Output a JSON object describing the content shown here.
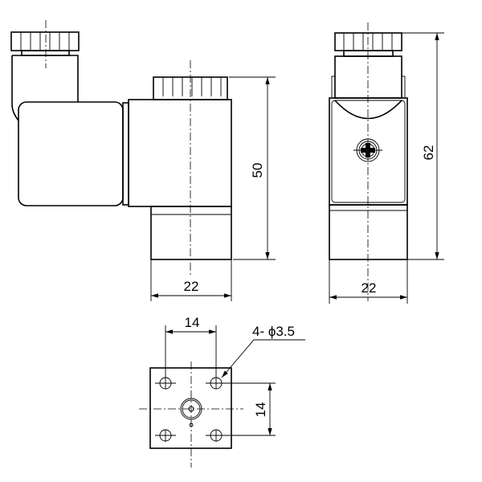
{
  "drawing": {
    "front_view": {
      "height_dim": "50",
      "width_dim": "22"
    },
    "side_view": {
      "height_dim": "62",
      "width_dim": "22"
    },
    "bottom_view": {
      "hole_spacing_x": "14",
      "hole_spacing_y": "14",
      "hole_callout": "4- ϕ3.5"
    }
  },
  "colors": {
    "line": "#000000",
    "background": "#ffffff"
  }
}
